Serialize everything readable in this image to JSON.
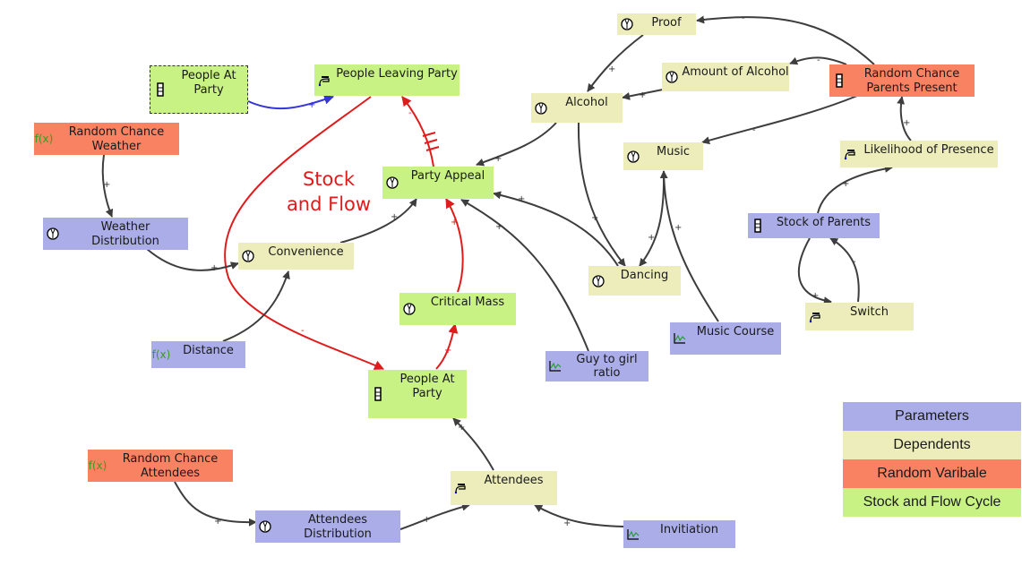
{
  "title_annotation": "Stock\nand Flow",
  "colors": {
    "parameter": "#aaade8",
    "dependent": "#ededbb",
    "random": "#f98262",
    "stock_flow": "#c9f285",
    "link": "#3d3d3d",
    "stock_flow_link": "#e01b1b",
    "ghost_link": "#3535d9"
  },
  "nodes": {
    "people_at_party_ghost": {
      "label": "People At\nParty",
      "icon": "stock-icon"
    },
    "people_leaving_party": {
      "label": "People Leaving Party",
      "icon": "flow-valve-icon"
    },
    "random_chance_weather": {
      "label": "Random Chance\nWeather",
      "icon": "function-icon",
      "icon_text": "f(x)"
    },
    "weather_distribution": {
      "label": "Weather\nDistribution",
      "icon": "variable-gauge-icon"
    },
    "convenience": {
      "label": "Convenience",
      "icon": "variable-gauge-icon"
    },
    "distance": {
      "label": "Distance",
      "icon": "function-icon",
      "icon_text": "f(x)"
    },
    "party_appeal": {
      "label": "Party Appeal",
      "icon": "variable-gauge-icon"
    },
    "critical_mass": {
      "label": "Critical Mass",
      "icon": "variable-gauge-icon"
    },
    "people_at_party": {
      "label": "People At\nParty",
      "icon": "stock-icon"
    },
    "proof": {
      "label": "Proof",
      "icon": "variable-gauge-icon"
    },
    "amount_of_alcohol": {
      "label": "Amount of Alcohol",
      "icon": "variable-gauge-icon"
    },
    "alcohol": {
      "label": "Alcohol",
      "icon": "variable-gauge-icon"
    },
    "random_chance_parents": {
      "label": "Random Chance\nParents Present",
      "icon": "stock-icon"
    },
    "music": {
      "label": "Music",
      "icon": "variable-gauge-icon"
    },
    "likelihood_of_presence": {
      "label": "Likelihood of Presence",
      "icon": "flow-valve-icon"
    },
    "stock_of_parents": {
      "label": "Stock of Parents",
      "icon": "stock-icon"
    },
    "switch": {
      "label": "Switch",
      "icon": "flow-valve-icon"
    },
    "dancing": {
      "label": "Dancing",
      "icon": "variable-gauge-icon"
    },
    "music_course": {
      "label": "Music Course",
      "icon": "graph-lookup-icon"
    },
    "guy_to_girl_ratio": {
      "label": "Guy to girl\nratio",
      "icon": "graph-lookup-icon"
    },
    "random_chance_attendees": {
      "label": "Random Chance\nAttendees",
      "icon": "function-icon",
      "icon_text": "f(x)"
    },
    "attendees_distribution": {
      "label": "Attendees\nDistribution",
      "icon": "variable-gauge-icon"
    },
    "attendees": {
      "label": "Attendees",
      "icon": "flow-valve-icon"
    },
    "invitiation": {
      "label": "Invitiation",
      "icon": "graph-lookup-icon"
    }
  },
  "links": [
    {
      "from": "People At Party (ghost)",
      "to": "People Leaving Party",
      "polarity": "+",
      "kind": "ghost"
    },
    {
      "from": "People Leaving Party",
      "to": "People At Party",
      "polarity": "-",
      "kind": "stock_flow"
    },
    {
      "from": "Party Appeal",
      "to": "People Leaving Party",
      "polarity": "-",
      "kind": "stock_flow_delay"
    },
    {
      "from": "Critical Mass",
      "to": "Party Appeal",
      "polarity": "+",
      "kind": "stock_flow"
    },
    {
      "from": "People At Party",
      "to": "Critical Mass",
      "polarity": "+",
      "kind": "stock_flow"
    },
    {
      "from": "Random Chance Weather",
      "to": "Weather Distribution",
      "polarity": "+"
    },
    {
      "from": "Weather Distribution",
      "to": "Convenience",
      "polarity": "+"
    },
    {
      "from": "Distance",
      "to": "Convenience",
      "polarity": "-"
    },
    {
      "from": "Convenience",
      "to": "Party Appeal",
      "polarity": "+"
    },
    {
      "from": "Alcohol",
      "to": "Party Appeal",
      "polarity": "+"
    },
    {
      "from": "Dancing",
      "to": "Party Appeal",
      "polarity": "+"
    },
    {
      "from": "Guy to girl ratio",
      "to": "Party Appeal",
      "polarity": "+"
    },
    {
      "from": "Proof",
      "to": "Alcohol",
      "polarity": "+"
    },
    {
      "from": "Amount of Alcohol",
      "to": "Alcohol",
      "polarity": "+"
    },
    {
      "from": "Random Chance Parents Present",
      "to": "Proof",
      "polarity": "-"
    },
    {
      "from": "Random Chance Parents Present",
      "to": "Amount of Alcohol",
      "polarity": "-"
    },
    {
      "from": "Random Chance Parents Present",
      "to": "Music",
      "polarity": "-"
    },
    {
      "from": "Likelihood of Presence",
      "to": "Random Chance Parents Present",
      "polarity": "+"
    },
    {
      "from": "Stock of Parents",
      "to": "Likelihood of Presence",
      "polarity": "+"
    },
    {
      "from": "Stock of Parents",
      "to": "Switch",
      "polarity": "+"
    },
    {
      "from": "Switch",
      "to": "Stock of Parents",
      "polarity": "-"
    },
    {
      "from": "Alcohol",
      "to": "Dancing",
      "polarity": "+"
    },
    {
      "from": "Music",
      "to": "Dancing",
      "polarity": "+"
    },
    {
      "from": "Music Course",
      "to": "Music",
      "polarity": "+"
    },
    {
      "from": "Attendees",
      "to": "People At Party",
      "polarity": "+"
    },
    {
      "from": "Random Chance Attendees",
      "to": "Attendees Distribution",
      "polarity": "+"
    },
    {
      "from": "Attendees Distribution",
      "to": "Attendees",
      "polarity": "+"
    },
    {
      "from": "Invitiation",
      "to": "Attendees",
      "polarity": "+"
    }
  ],
  "legend": [
    {
      "label": "Parameters"
    },
    {
      "label": "Dependents"
    },
    {
      "label": "Random Varibale"
    },
    {
      "label": "Stock and Flow Cycle"
    }
  ]
}
